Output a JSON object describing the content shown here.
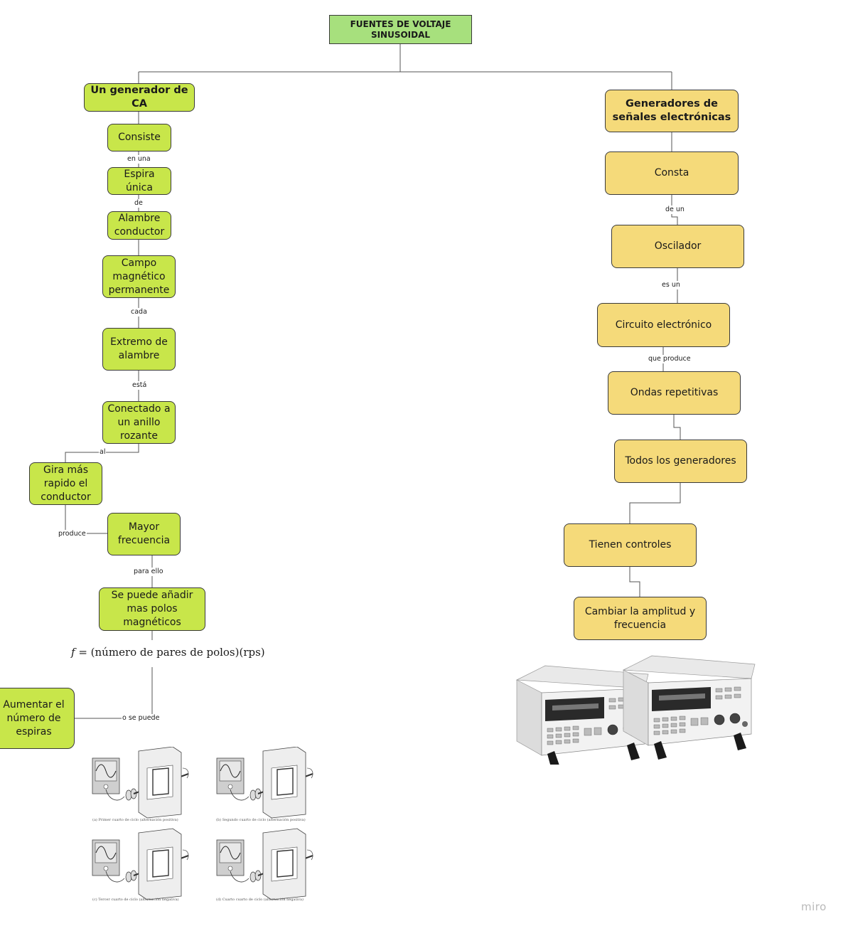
{
  "title": "FUENTES DE VOLTAJE SINUSOIDAL",
  "left": {
    "heading": "Un generador de CA",
    "nodes": {
      "consiste": "Consiste",
      "espira": "Espira única",
      "alambre": "Alambre conductor",
      "campo": "Campo magnético permanente",
      "extremo": "Extremo de alambre",
      "conectado": "Conectado a un anillo rozante",
      "gira": "Gira más rapido el conductor",
      "mayor": "Mayor frecuencia",
      "polos": "Se puede añadir mas polos magnéticos",
      "aumentar": "Aumentar el número de espiras"
    },
    "labels": {
      "en_una": "en una",
      "de": "de",
      "cada": "cada",
      "esta": "está",
      "al": "al",
      "produce": "produce",
      "para_ello": "para ello",
      "o_se_puede": "o se puede"
    },
    "formula": {
      "var": "f",
      "rest": " = (número de pares de polos)(rps)"
    },
    "figure_captions": {
      "a": "(a) Primer cuarto de ciclo (alternación positiva)",
      "b": "(b) Segundo cuarto de ciclo (alternación positiva)",
      "c": "(c) Tercer cuarto de ciclo (alternación negativa)",
      "d": "(d) Cuarto cuarto de ciclo (alternación negativa)"
    }
  },
  "right": {
    "heading": "Generadores de señales electrónicas",
    "nodes": {
      "consta": "Consta",
      "oscilador": "Oscilador",
      "circuito": "Circuito electrónico",
      "ondas": "Ondas repetitivas",
      "todos": "Todos los generadores",
      "controles": "Tienen controles",
      "cambiar": "Cambiar la amplitud y frecuencia"
    },
    "labels": {
      "de_un": "de un",
      "es_un": "es un",
      "que_produce": "que produce"
    }
  },
  "watermark": "miro",
  "colors": {
    "title_fill": "#a7e07d",
    "left_fill": "#c8e64a",
    "right_fill": "#f5da7a",
    "border": "#3a3a3a"
  }
}
